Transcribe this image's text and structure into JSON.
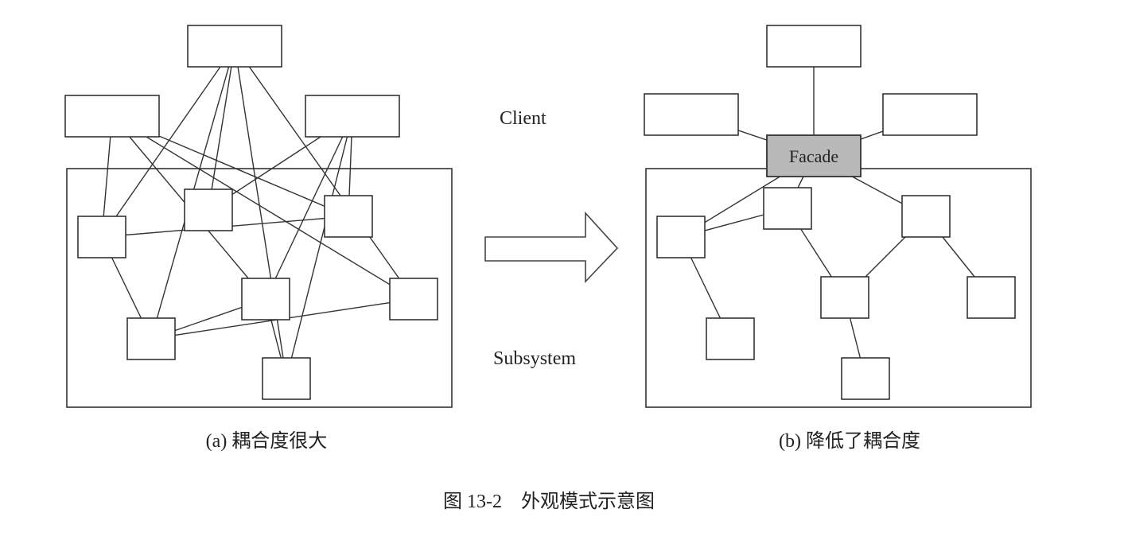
{
  "labels": {
    "client": "Client",
    "subsystem": "Subsystem",
    "facade": "Facade"
  },
  "captions": {
    "left": "(a) 耦合度很大",
    "right": "(b) 降低了耦合度",
    "figure": "图 13-2　外观模式示意图"
  },
  "diagram_left": {
    "nodes": [
      {
        "id": "c1"
      },
      {
        "id": "c2"
      },
      {
        "id": "c3"
      },
      {
        "id": "s1"
      },
      {
        "id": "s2"
      },
      {
        "id": "s3"
      },
      {
        "id": "s4"
      },
      {
        "id": "s5"
      },
      {
        "id": "s6"
      },
      {
        "id": "s7"
      }
    ],
    "edges": [
      [
        "c2",
        "s1"
      ],
      [
        "c2",
        "s2"
      ],
      [
        "c2",
        "s5"
      ],
      [
        "c2",
        "s7"
      ],
      [
        "c1",
        "s1"
      ],
      [
        "c1",
        "s4"
      ],
      [
        "c1",
        "s6"
      ],
      [
        "c3",
        "s2"
      ],
      [
        "c3",
        "s4"
      ],
      [
        "c3",
        "s6"
      ],
      [
        "c3",
        "s5"
      ],
      [
        "c1",
        "s7"
      ],
      [
        "s1",
        "s6"
      ],
      [
        "s1",
        "s3"
      ],
      [
        "s3",
        "s4"
      ],
      [
        "s4",
        "s5"
      ],
      [
        "s3",
        "s7"
      ],
      [
        "c2",
        "s3"
      ]
    ]
  },
  "diagram_right": {
    "nodes": [
      {
        "id": "c1"
      },
      {
        "id": "c2"
      },
      {
        "id": "c3"
      },
      {
        "id": "facade"
      },
      {
        "id": "s1"
      },
      {
        "id": "s2"
      },
      {
        "id": "s3"
      },
      {
        "id": "s4"
      },
      {
        "id": "s5"
      },
      {
        "id": "s6"
      },
      {
        "id": "s7"
      }
    ],
    "edges": [
      [
        "c1",
        "facade"
      ],
      [
        "c2",
        "facade"
      ],
      [
        "c3",
        "facade"
      ],
      [
        "facade",
        "s1"
      ],
      [
        "facade",
        "s2"
      ],
      [
        "facade",
        "s3"
      ],
      [
        "s1",
        "s2"
      ],
      [
        "s1",
        "s5"
      ],
      [
        "s2",
        "s4"
      ],
      [
        "s3",
        "s4"
      ],
      [
        "s3",
        "s6"
      ],
      [
        "s4",
        "s7"
      ]
    ]
  }
}
